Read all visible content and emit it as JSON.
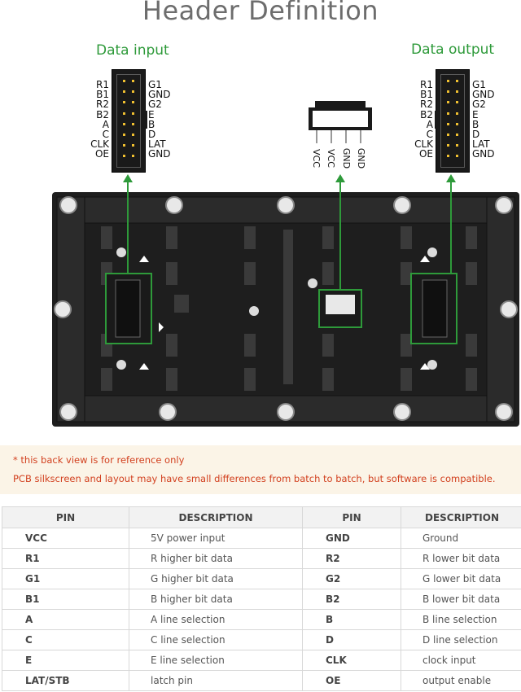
{
  "title": "Header Definition",
  "data_input": {
    "label": "Data input",
    "left_pins": [
      "R1",
      "B1",
      "R2",
      "B2",
      "A",
      "C",
      "CLK",
      "OE"
    ],
    "right_pins": [
      "G1",
      "GND",
      "G2",
      "E",
      "B",
      "D",
      "LAT",
      "GND"
    ]
  },
  "data_output": {
    "label": "Data output",
    "left_pins": [
      "R1",
      "B1",
      "R2",
      "B2",
      "A",
      "C",
      "CLK",
      "OE"
    ],
    "right_pins": [
      "G1",
      "GND",
      "G2",
      "E",
      "B",
      "D",
      "LAT",
      "GND"
    ]
  },
  "power_connector": {
    "pins": [
      "VCC",
      "VCC",
      "GND",
      "GND"
    ]
  },
  "note": {
    "line1": "* this back view is for reference only",
    "line2": "PCB silkscreen and layout may have small differences from batch to batch, but software is compatible."
  },
  "table": {
    "headers": [
      "PIN",
      "DESCRIPTION",
      "PIN",
      "DESCRIPTION"
    ],
    "rows": [
      {
        "pin1": "VCC",
        "desc1": "5V power input",
        "pin2": "GND",
        "desc2": "Ground"
      },
      {
        "pin1": "R1",
        "desc1": "R higher bit data",
        "pin2": "R2",
        "desc2": "R lower bit data"
      },
      {
        "pin1": "G1",
        "desc1": "G higher bit data",
        "pin2": "G2",
        "desc2": "G lower bit data"
      },
      {
        "pin1": "B1",
        "desc1": "B higher bit data",
        "pin2": "B2",
        "desc2": "B lower bit data"
      },
      {
        "pin1": "A",
        "desc1": "A line selection",
        "pin2": "B",
        "desc2": "B line selection"
      },
      {
        "pin1": "C",
        "desc1": "C line selection",
        "pin2": "D",
        "desc2": "D line selection"
      },
      {
        "pin1": "E",
        "desc1": "E line selection",
        "pin2": "CLK",
        "desc2": "clock input"
      },
      {
        "pin1": "LAT/STB",
        "desc1": "latch pin",
        "pin2": "OE",
        "desc2": "output enable"
      }
    ]
  },
  "colors": {
    "accent_green": "#2e9a3a",
    "note_text": "#d2401f",
    "note_bg": "#fbf4e7",
    "board": "#1e1e1e"
  }
}
